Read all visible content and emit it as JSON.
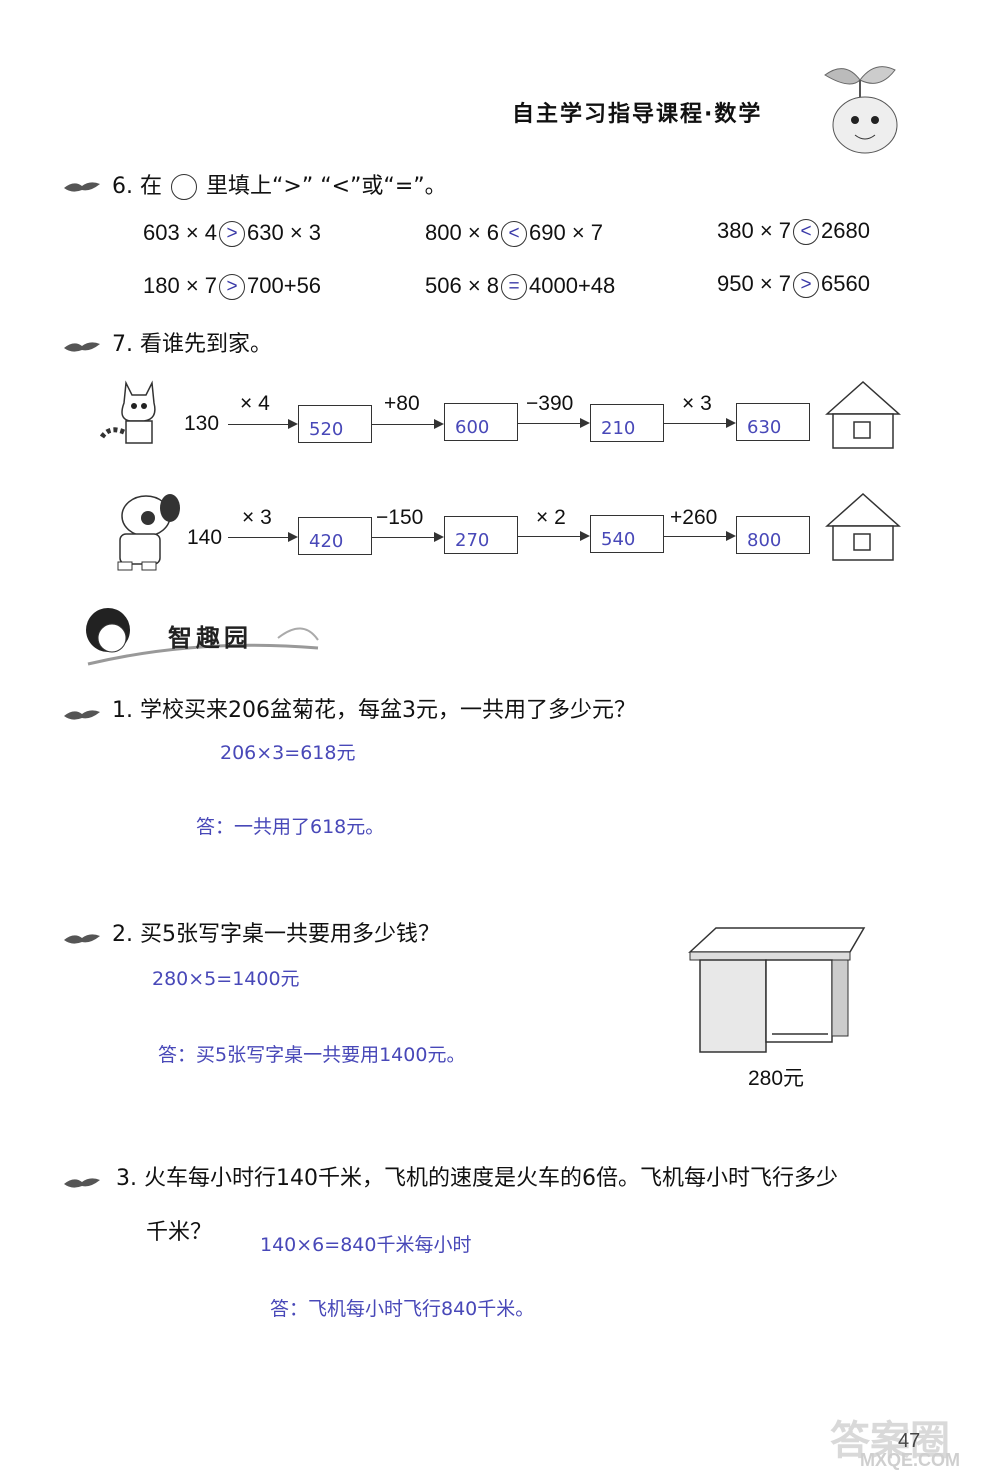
{
  "header": {
    "title": "自主学习指导课程·数学"
  },
  "q6": {
    "label": "6. 在",
    "label_end": "里填上“>” “<”或“=”。",
    "rows": [
      [
        {
          "left": "603 × 4",
          "symbol": ">",
          "right": "630 × 3"
        },
        {
          "left": "800 × 6",
          "symbol": "<",
          "right": "690 × 7"
        },
        {
          "left": "380 × 7",
          "symbol": "<",
          "right": "2680"
        }
      ],
      [
        {
          "left": "180 × 7",
          "symbol": ">",
          "right": "700+56"
        },
        {
          "left": "506 × 8",
          "symbol": "=",
          "right": "4000+48"
        },
        {
          "left": "950 × 7",
          "symbol": ">",
          "right": "6560"
        }
      ]
    ]
  },
  "q7": {
    "label": "7. 看谁先到家。",
    "chains": [
      {
        "start": "130",
        "ops": [
          "× 4",
          "+80",
          "−390",
          "× 3"
        ],
        "answers": [
          "520",
          "600",
          "210",
          "630"
        ]
      },
      {
        "start": "140",
        "ops": [
          "× 3",
          "−150",
          "× 2",
          "+260"
        ],
        "answers": [
          "420",
          "270",
          "540",
          "800"
        ]
      }
    ]
  },
  "section": {
    "title": "智趣园"
  },
  "problems": [
    {
      "question": "1. 学校买来206盆菊花，每盆3元，一共用了多少元？",
      "work": "206×3=618元",
      "answer": "答：一共用了618元。"
    },
    {
      "question": "2. 买5张写字桌一共要用多少钱？",
      "work": "280×5=1400元",
      "answer": "答：买5张写字桌一共要用1400元。",
      "price": "280元"
    },
    {
      "question": "3. 火车每小时行140千米，飞机的速度是火车的6倍。飞机每小时飞行多少",
      "question_cont": "千米？",
      "work": "140×6=840千米每小时",
      "answer": "答：飞机每小时飞行840千米。"
    }
  ],
  "footer": {
    "page": "47",
    "watermark": "答案圈",
    "watermark_url": "MXQE.COM"
  }
}
